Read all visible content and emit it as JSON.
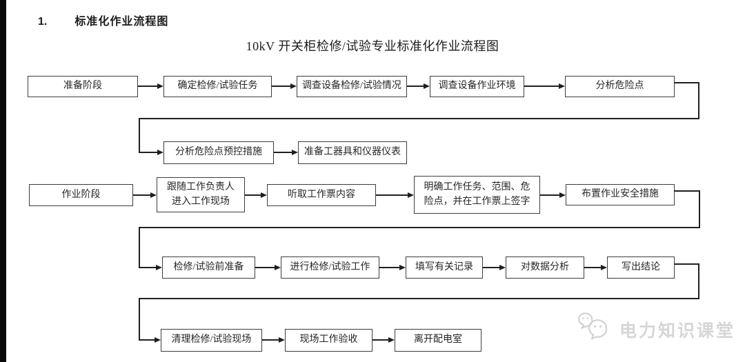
{
  "page": {
    "heading_number": "1.",
    "heading_title": "标准化作业流程图",
    "diagram_title": "10kV 开关柜检修/试验专业标准化作业流程图"
  },
  "nodes": {
    "prep_stage": "准备阶段",
    "determine_task": "确定检修/试验任务",
    "survey_overhaul_status": "调查设备检修/试验情况",
    "survey_work_environment": "调查设备作业环境",
    "analyze_hazard_points": "分析危险点",
    "hazard_control_measures": "分析危险点预控措施",
    "prepare_tools_instruments": "准备工器具和仪器仪表",
    "work_stage": "作业阶段",
    "follow_work_leader": "跟随工作负责人\n进入工作现场",
    "listen_work_ticket": "听取工作票内容",
    "clarify_tasks_sign": "明确工作任务、范围、危\n险点，并在工作票上签字",
    "arrange_safety_measures": "布置作业安全措施",
    "pre_work_preparation": "检修/试验前准备",
    "perform_work": "进行检修/试验工作",
    "fill_in_records": "填写有关记录",
    "analyze_data": "对数据分析",
    "write_conclusion": "写出结论",
    "clean_work_site": "清理检修/试验现场",
    "site_acceptance": "现场工作验收",
    "leave_distribution_room": "离开配电室"
  },
  "edges": [
    [
      "prep_stage",
      "determine_task"
    ],
    [
      "determine_task",
      "survey_overhaul_status"
    ],
    [
      "survey_overhaul_status",
      "survey_work_environment"
    ],
    [
      "survey_work_environment",
      "analyze_hazard_points"
    ],
    [
      "analyze_hazard_points",
      "hazard_control_measures"
    ],
    [
      "hazard_control_measures",
      "prepare_tools_instruments"
    ],
    [
      "work_stage",
      "follow_work_leader"
    ],
    [
      "follow_work_leader",
      "listen_work_ticket"
    ],
    [
      "listen_work_ticket",
      "clarify_tasks_sign"
    ],
    [
      "clarify_tasks_sign",
      "arrange_safety_measures"
    ],
    [
      "arrange_safety_measures",
      "pre_work_preparation"
    ],
    [
      "pre_work_preparation",
      "perform_work"
    ],
    [
      "perform_work",
      "fill_in_records"
    ],
    [
      "fill_in_records",
      "analyze_data"
    ],
    [
      "analyze_data",
      "write_conclusion"
    ],
    [
      "write_conclusion",
      "clean_work_site"
    ],
    [
      "clean_work_site",
      "site_acceptance"
    ],
    [
      "site_acceptance",
      "leave_distribution_room"
    ]
  ],
  "watermark": {
    "text": "电力知识课堂",
    "icon": "wechat-chat-bubbles-icon"
  },
  "colors": {
    "line": "#1f1f1f",
    "box_border": "#3c3c3c",
    "text": "#262626",
    "watermark_gray": "#d6d6d6",
    "left_bar": "#0a0a0a"
  }
}
